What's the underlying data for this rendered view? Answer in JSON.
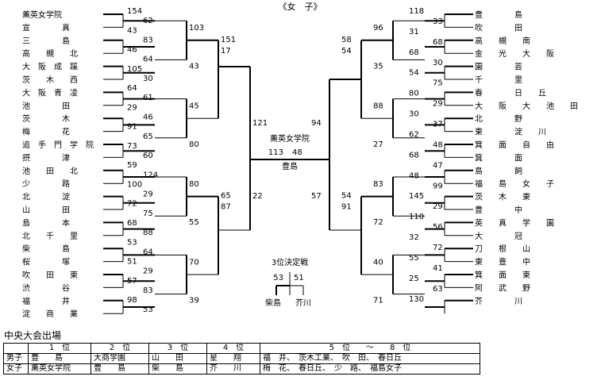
{
  "title": "《女　子》",
  "left_teams": [
    "薫英女学院",
    "宣　　　　真",
    "三　　　　島",
    "高　　槻　　北",
    "大　阪　成　蹊",
    "茨　　木　　西",
    "大　阪　青　凌",
    "池　　　　田",
    "茨　　　　木",
    "梅　　　　花",
    "追　手　門　学　院",
    "摂　　　　津",
    "池　　田　　北",
    "少　　　　路",
    "北　　　　淀",
    "山　　　　田",
    "島　　　　本",
    "北　　千　　里",
    "柴　　　　島",
    "桜　　　　塚",
    "吹　　田　　東",
    "渋　　　　谷",
    "福　　　　井",
    "淀　　商　　業"
  ],
  "right_teams": [
    "豊　　　　島",
    "吹　　　　田",
    "高　　槻　　南",
    "金　　光　　大　　阪",
    "園　　　　芸",
    "千　　　　里",
    "春　　　　日　　丘",
    "大　　阪　　大　　池　　田",
    "北　　　　野",
    "東　　　　淀　　川",
    "箕　　面　　自　　由",
    "箕　　　　面",
    "島　　　　飼",
    "福　　島　　女　　子",
    "茨　　木　　東",
    "豊　　　　中",
    "英　　真　　学　　園",
    "大　　　　冠",
    "刀　　根　　山",
    "東　　豊　　中",
    "箕　　面　　東",
    "阿　　武　　野",
    "芥　　　　川"
  ],
  "left_scores": {
    "r1": [
      "154",
      "62",
      "43",
      "83",
      "46",
      "64",
      "105",
      "30",
      "64",
      "61",
      "29",
      "46",
      "91",
      "65",
      "73",
      "60",
      "59",
      "124",
      "100",
      "29",
      "72",
      "75",
      "68",
      "88",
      "53",
      "64",
      "51",
      "29",
      "57",
      "83",
      "98",
      "53"
    ],
    "r2": [
      "103",
      "43",
      "45",
      "80",
      "80",
      "55",
      "70",
      "39"
    ],
    "r3": [
      "151",
      "17",
      "65",
      "87"
    ],
    "sf": [
      "121",
      "22"
    ]
  },
  "right_scores": {
    "r1": [
      "118",
      "33",
      "31",
      "68",
      "68",
      "30",
      "54",
      "75",
      "80",
      "29",
      "30",
      "37",
      "62",
      "48",
      "68",
      "47",
      "48",
      "99",
      "145",
      "29",
      "110",
      "56",
      "32",
      "72",
      "55",
      "41",
      "25",
      "63",
      "130"
    ],
    "r2": [
      "96",
      "35",
      "88",
      "27",
      "83",
      "72",
      "40",
      "71"
    ],
    "r3": [
      "58",
      "54",
      "54",
      "91"
    ],
    "sf": [
      "94",
      "57"
    ]
  },
  "final": {
    "left_name": "薫英女学院",
    "right_name": "豊島",
    "left_score": "113",
    "right_score": "48",
    "winner": "豊島"
  },
  "third_place": {
    "label": "3位決定戦",
    "left_score": "53",
    "right_score": "51",
    "left_name": "柴島",
    "right_name": "芥川"
  },
  "central": {
    "section_title": "中央大会出場",
    "headers": [
      "",
      "1　位",
      "2　位",
      "3　位",
      "4　位",
      "5　位　　〜　　8　位"
    ],
    "rows": [
      [
        "男子",
        "豊　　島",
        "大商学園",
        "山　　田",
        "星　　翔",
        "福　井、　茨木工業、　吹　田、　春日丘"
      ],
      [
        "女子",
        "薫英女学院",
        "豊　　島",
        "柴　　島",
        "芥　　川",
        "梅　花、　春日丘、　少　路、　福島女子"
      ]
    ]
  }
}
